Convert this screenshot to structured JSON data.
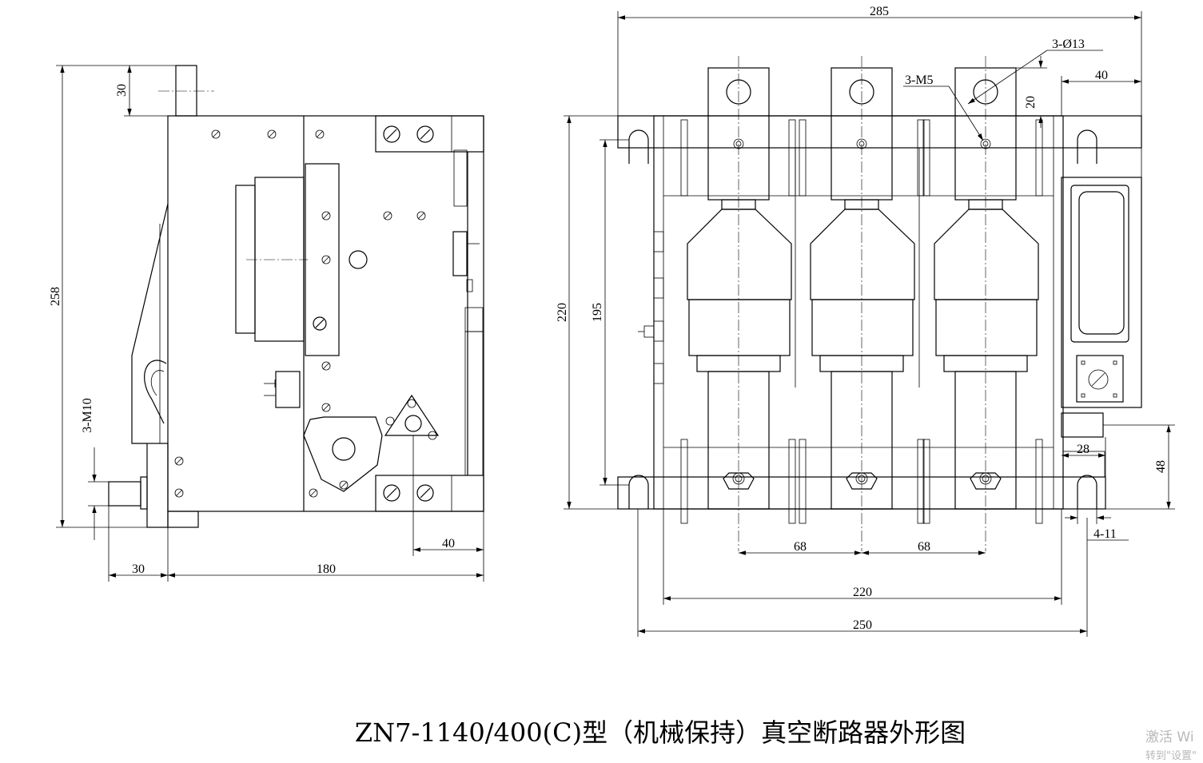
{
  "title": "ZN7-1140/400(C)型（机械保持）真空断路器外形图",
  "side_view": {
    "dims": {
      "height_total": "258",
      "handle": "30",
      "bolt_thread": "3-M10",
      "bolt_length": "30",
      "depth": "180",
      "offset": "40"
    }
  },
  "front_view": {
    "dims": {
      "width_total": "285",
      "bore": "3-Ø13",
      "thread": "3-M5",
      "right_offset": "40",
      "terminal_top": "20",
      "height_outer": "220",
      "height_inner": "195",
      "bottom_offset": "28",
      "bottom_height": "48",
      "mount_holes": "4-11",
      "pitch_1": "68",
      "pitch_2": "68",
      "mount_span_inner": "220",
      "mount_span_outer": "250"
    }
  },
  "watermark": {
    "line1": "激活 Wi",
    "line2": "转到\"设置\""
  }
}
